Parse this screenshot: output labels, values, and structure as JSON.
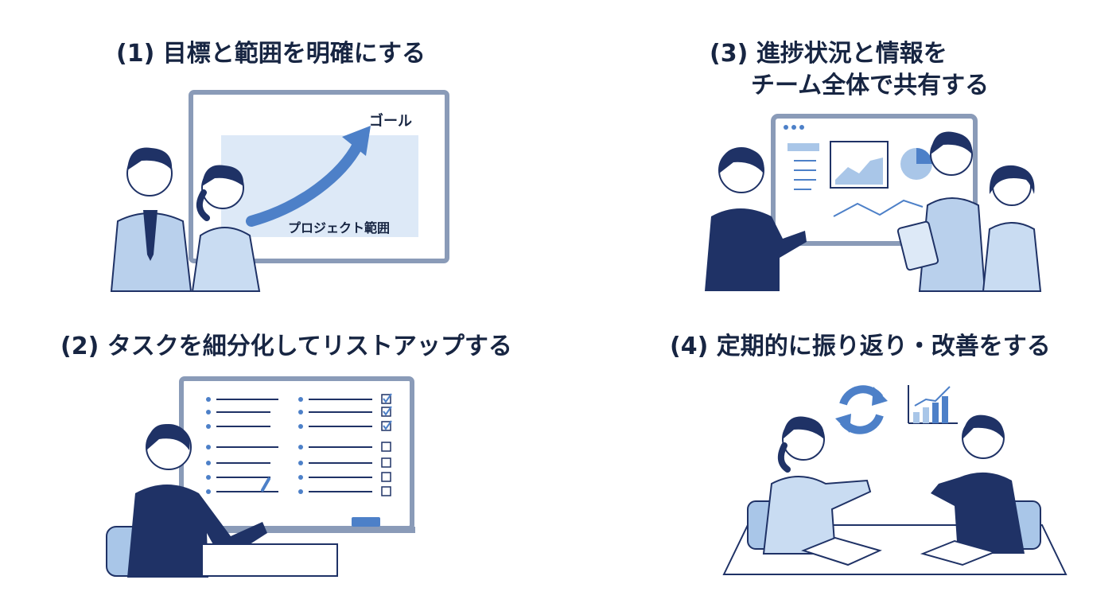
{
  "steps": [
    {
      "heading": "(1) 目標と範囲を明確にする",
      "labels": {
        "goal": "ゴール",
        "scope": "プロジェクト範囲"
      }
    },
    {
      "heading": "(2) タスクを細分化してリストアップする"
    },
    {
      "heading_line1": "(3) 進捗状況と情報を",
      "heading_line2": "チーム全体で共有する"
    },
    {
      "heading": "(4) 定期的に振り返り・改善をする"
    }
  ],
  "checklist": {
    "checked": [
      true,
      true,
      true,
      false,
      false,
      false,
      false
    ]
  },
  "colors": {
    "navy": "#1f3266",
    "light_blue": "#c9dcf2",
    "accent_blue": "#4d80c8",
    "board_border": "#8a9bb8"
  }
}
